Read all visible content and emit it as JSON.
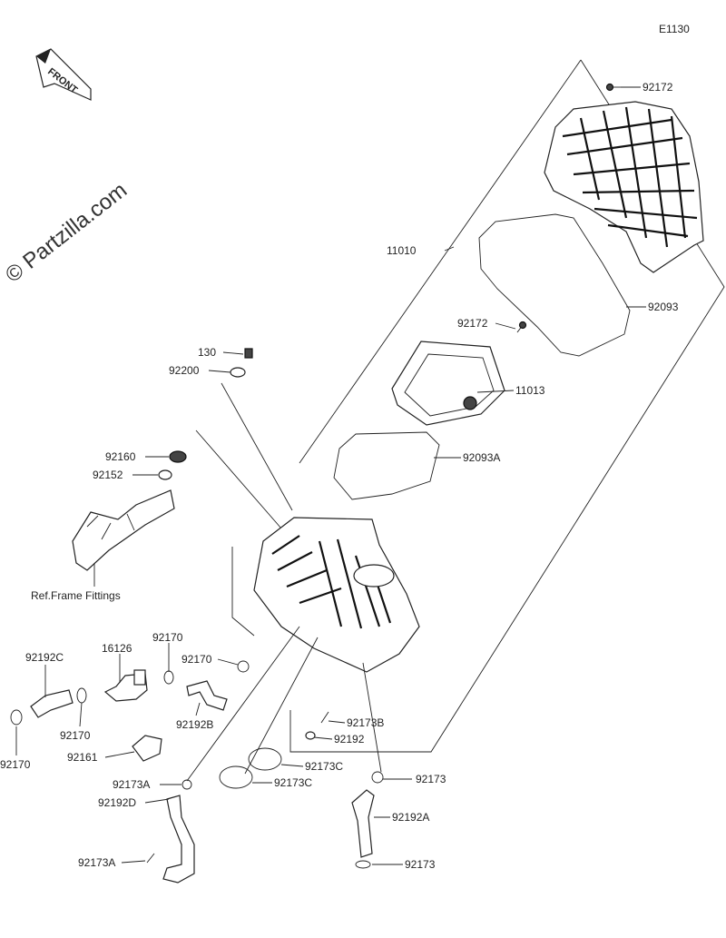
{
  "diagram_code": "E1130",
  "watermark": "© Partzilla.com",
  "front_label": "FRONT",
  "ref_note": "Ref.Frame Fittings",
  "parts": {
    "p92172_top": "92172",
    "p11010": "11010",
    "p92093": "92093",
    "p92172_mid": "92172",
    "p130": "130",
    "p92200": "92200",
    "p11013": "11013",
    "p92093A": "92093A",
    "p92160": "92160",
    "p92152": "92152",
    "p92192C": "92192C",
    "p16126": "16126",
    "p92170_a": "92170",
    "p92170_b": "92170",
    "p92170_c": "92170",
    "p92170_d": "92170",
    "p92192B": "92192B",
    "p92161": "92161",
    "p92173B": "92173B",
    "p92192": "92192",
    "p92173C_a": "92173C",
    "p92173C_b": "92173C",
    "p92173": "92173",
    "p92173A_a": "92173A",
    "p92192D": "92192D",
    "p92192A": "92192A",
    "p92173A_b": "92173A",
    "p92173_b": "92173"
  }
}
